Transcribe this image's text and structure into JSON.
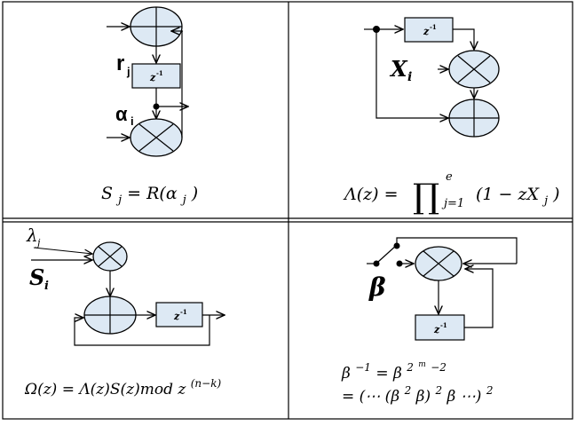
{
  "cells": {
    "syndrome": {
      "input_label": "r",
      "input_sub": "j",
      "delay_label": "z",
      "delay_sup": "-1",
      "alpha_label": "α",
      "alpha_sub": "i",
      "formula": "S_j = R(α_j)",
      "formula_parts": {
        "lhs": "S",
        "lhs_sub": "j",
        "eq": " = R(α",
        "arg_sub": "j",
        "close": ")"
      }
    },
    "locator": {
      "delay_label": "z",
      "delay_sup": "-1",
      "x_label": "X",
      "x_sub": "i",
      "formula_parts": {
        "lhs": "Λ(z) = ",
        "prod": "∏",
        "upper": "e",
        "lower": "j=1",
        "body": "(1 − zX",
        "body_sub": "j",
        "close": ")"
      }
    },
    "evaluator": {
      "lambda_label": "λ",
      "lambda_sub": "j",
      "s_label": "S",
      "s_sub": "i",
      "delay_label": "z",
      "delay_sup": "-1",
      "formula_parts": {
        "text": "Ω(z) = Λ(z)S(z)mod z",
        "sup": "(n−k)"
      }
    },
    "inverse": {
      "beta_label": "β",
      "delay_label": "z",
      "delay_sup": "-1",
      "formula_line1": {
        "lhs": "β",
        "lhs_sup": "−1",
        "eq": " = β",
        "rhs_sup": "2",
        "rhs_supsup": "m",
        "rhs_tail": "−2"
      },
      "formula_line2": {
        "text": "= (⋯ (β",
        "sup1": "2",
        "mid": "β)",
        "sup2": "2",
        "tail": "β ⋯)",
        "sup3": "2"
      }
    }
  },
  "colors": {
    "block_fill": "#dde9f4",
    "line": "#000000"
  }
}
